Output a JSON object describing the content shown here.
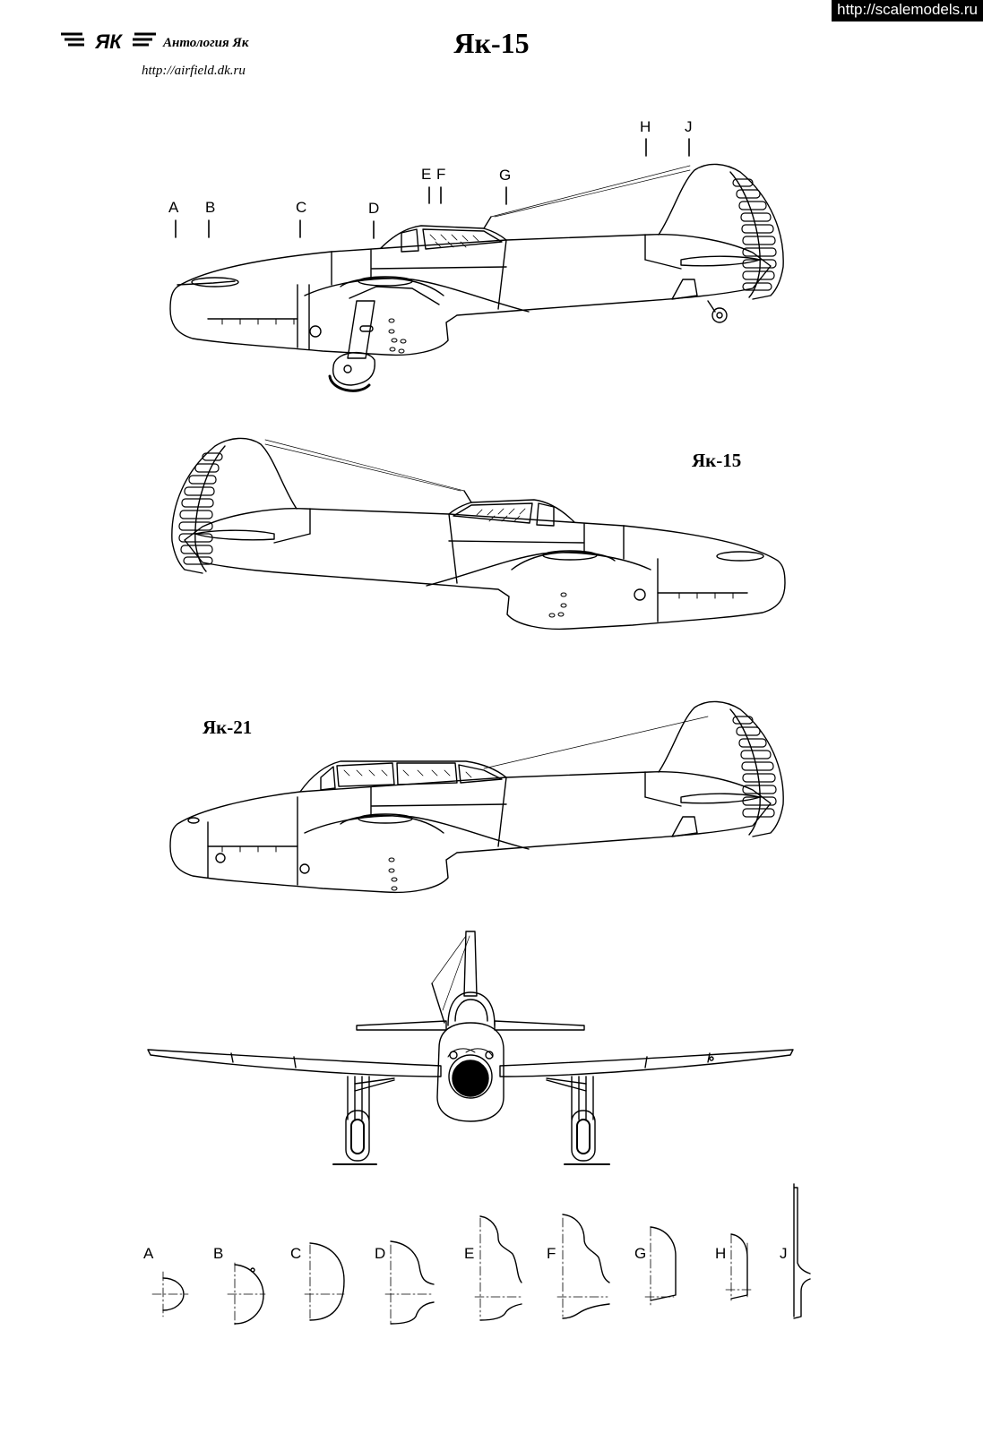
{
  "watermark": "http://scalemodels.ru",
  "header": {
    "series": "Антология Як",
    "url": "http://airfield.dk.ru",
    "title": "Як-15",
    "logo_text": "ЯК"
  },
  "views": {
    "left_side_label": "Як-15",
    "yak21_label": "Як-21"
  },
  "station_markers": [
    "A",
    "B",
    "C",
    "D",
    "E",
    "F",
    "G",
    "H",
    "J"
  ],
  "cross_sections": [
    "A",
    "B",
    "C",
    "D",
    "E",
    "F",
    "G",
    "H",
    "J"
  ]
}
